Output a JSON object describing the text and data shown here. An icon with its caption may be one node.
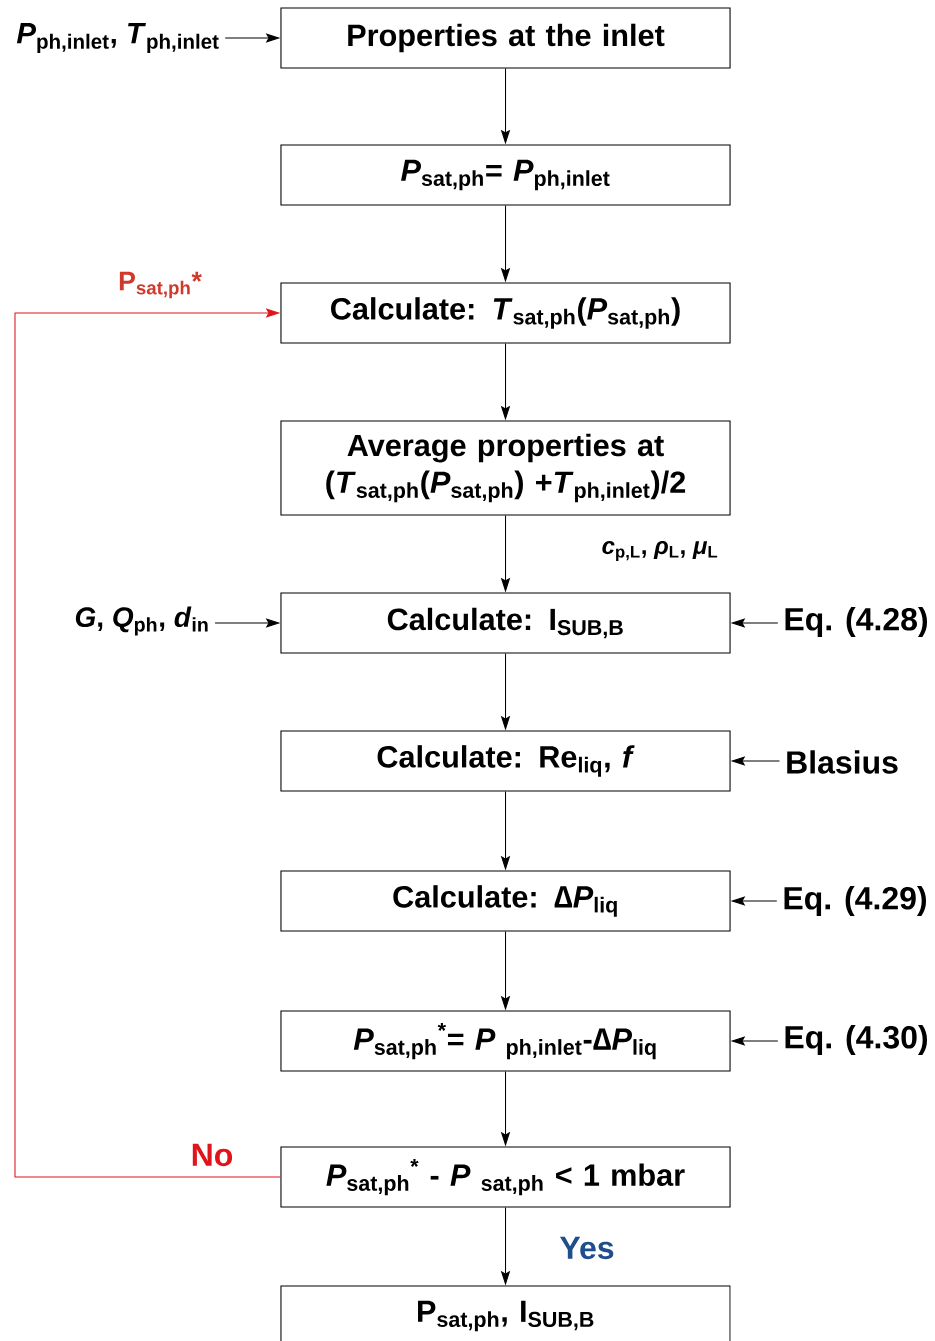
{
  "diagram": {
    "nodes": [
      {
        "text": [
          "*P*$_{ph,inlet}$, *T*$_{ph,inlet}$"
        ]
      },
      {
        "text": [
          "Properties at the inlet"
        ]
      },
      {
        "text": [
          "*P*$_{sat,ph}$= *P*$_{ph,inlet}$"
        ]
      },
      {
        "text": [
          "Calculate: *T*$_{sat,ph}$(*P*$_{sat,ph}$)"
        ]
      },
      {
        "text": [
          "Average properties at (*T*$_{sat,ph}$(*P*$_{sat,ph}$) +*T*$_{ph,inlet}$)/2"
        ]
      },
      {
        "text": [
          "*G*, *Q*$_{ph}$, *d*$_{in}$"
        ]
      },
      {
        "text": [
          "Calculate: I$_{SUB,B}$"
        ]
      },
      {
        "text": [
          "Eq. (4.28)"
        ]
      },
      {
        "text": [
          "Calculate: Re$_{liq}$, *f*"
        ]
      },
      {
        "text": [
          "Blasius"
        ]
      },
      {
        "text": [
          "Calculate: ∆*P*$_{liq}$"
        ]
      },
      {
        "text": [
          "Eq. (4.29)"
        ]
      },
      {
        "text": [
          "*P*$_{sat,ph}$$^{*}$= *P* $_{ph,inlet}$-∆*P*$_{liq}$"
        ]
      },
      {
        "text": [
          "Eq. (4.30)"
        ]
      },
      {
        "text": [
          "*P*$_{sat,ph}$$^{*}$ - *P* $_{sat,ph}$ < 1 mbar"
        ]
      },
      {
        "text": [
          "P$_{sat,ph}$, I$_{SUB,B}$"
        ]
      }
    ],
    "edges": [
      {
        "from": 0,
        "to": 1,
        "arrow": "to"
      },
      {
        "from": 1,
        "to": 2,
        "arrow": "to"
      },
      {
        "from": 2,
        "to": 3,
        "arrow": "to"
      },
      {
        "from": 3,
        "to": 4,
        "arrow": "to"
      },
      {
        "from": 4,
        "to": 6,
        "arrow": "to",
        "label": "*c*$_{p,L}$, *ρ*$_{L}$, *μ*$_{L}$"
      },
      {
        "from": 5,
        "to": 6,
        "arrow": "to"
      },
      {
        "from": 7,
        "to": 6,
        "arrow": "to"
      },
      {
        "from": 6,
        "to": 8,
        "arrow": "to"
      },
      {
        "from": 9,
        "to": 8,
        "arrow": "to"
      },
      {
        "from": 8,
        "to": 10,
        "arrow": "to"
      },
      {
        "from": 11,
        "to": 10,
        "arrow": "to"
      },
      {
        "from": 10,
        "to": 12,
        "arrow": "to"
      },
      {
        "from": 13,
        "to": 12,
        "arrow": "to"
      },
      {
        "from": 12,
        "to": 14,
        "arrow": "to"
      },
      {
        "from": 14,
        "to": 3,
        "arrow": "to",
        "label": "No",
        "color": "#e0151b"
      },
      {
        "from": 14,
        "to": 15,
        "arrow": "to",
        "label": "Yes"
      }
    ],
    "labels": [
      "P$_{sat,ph}$*"
    ]
  }
}
